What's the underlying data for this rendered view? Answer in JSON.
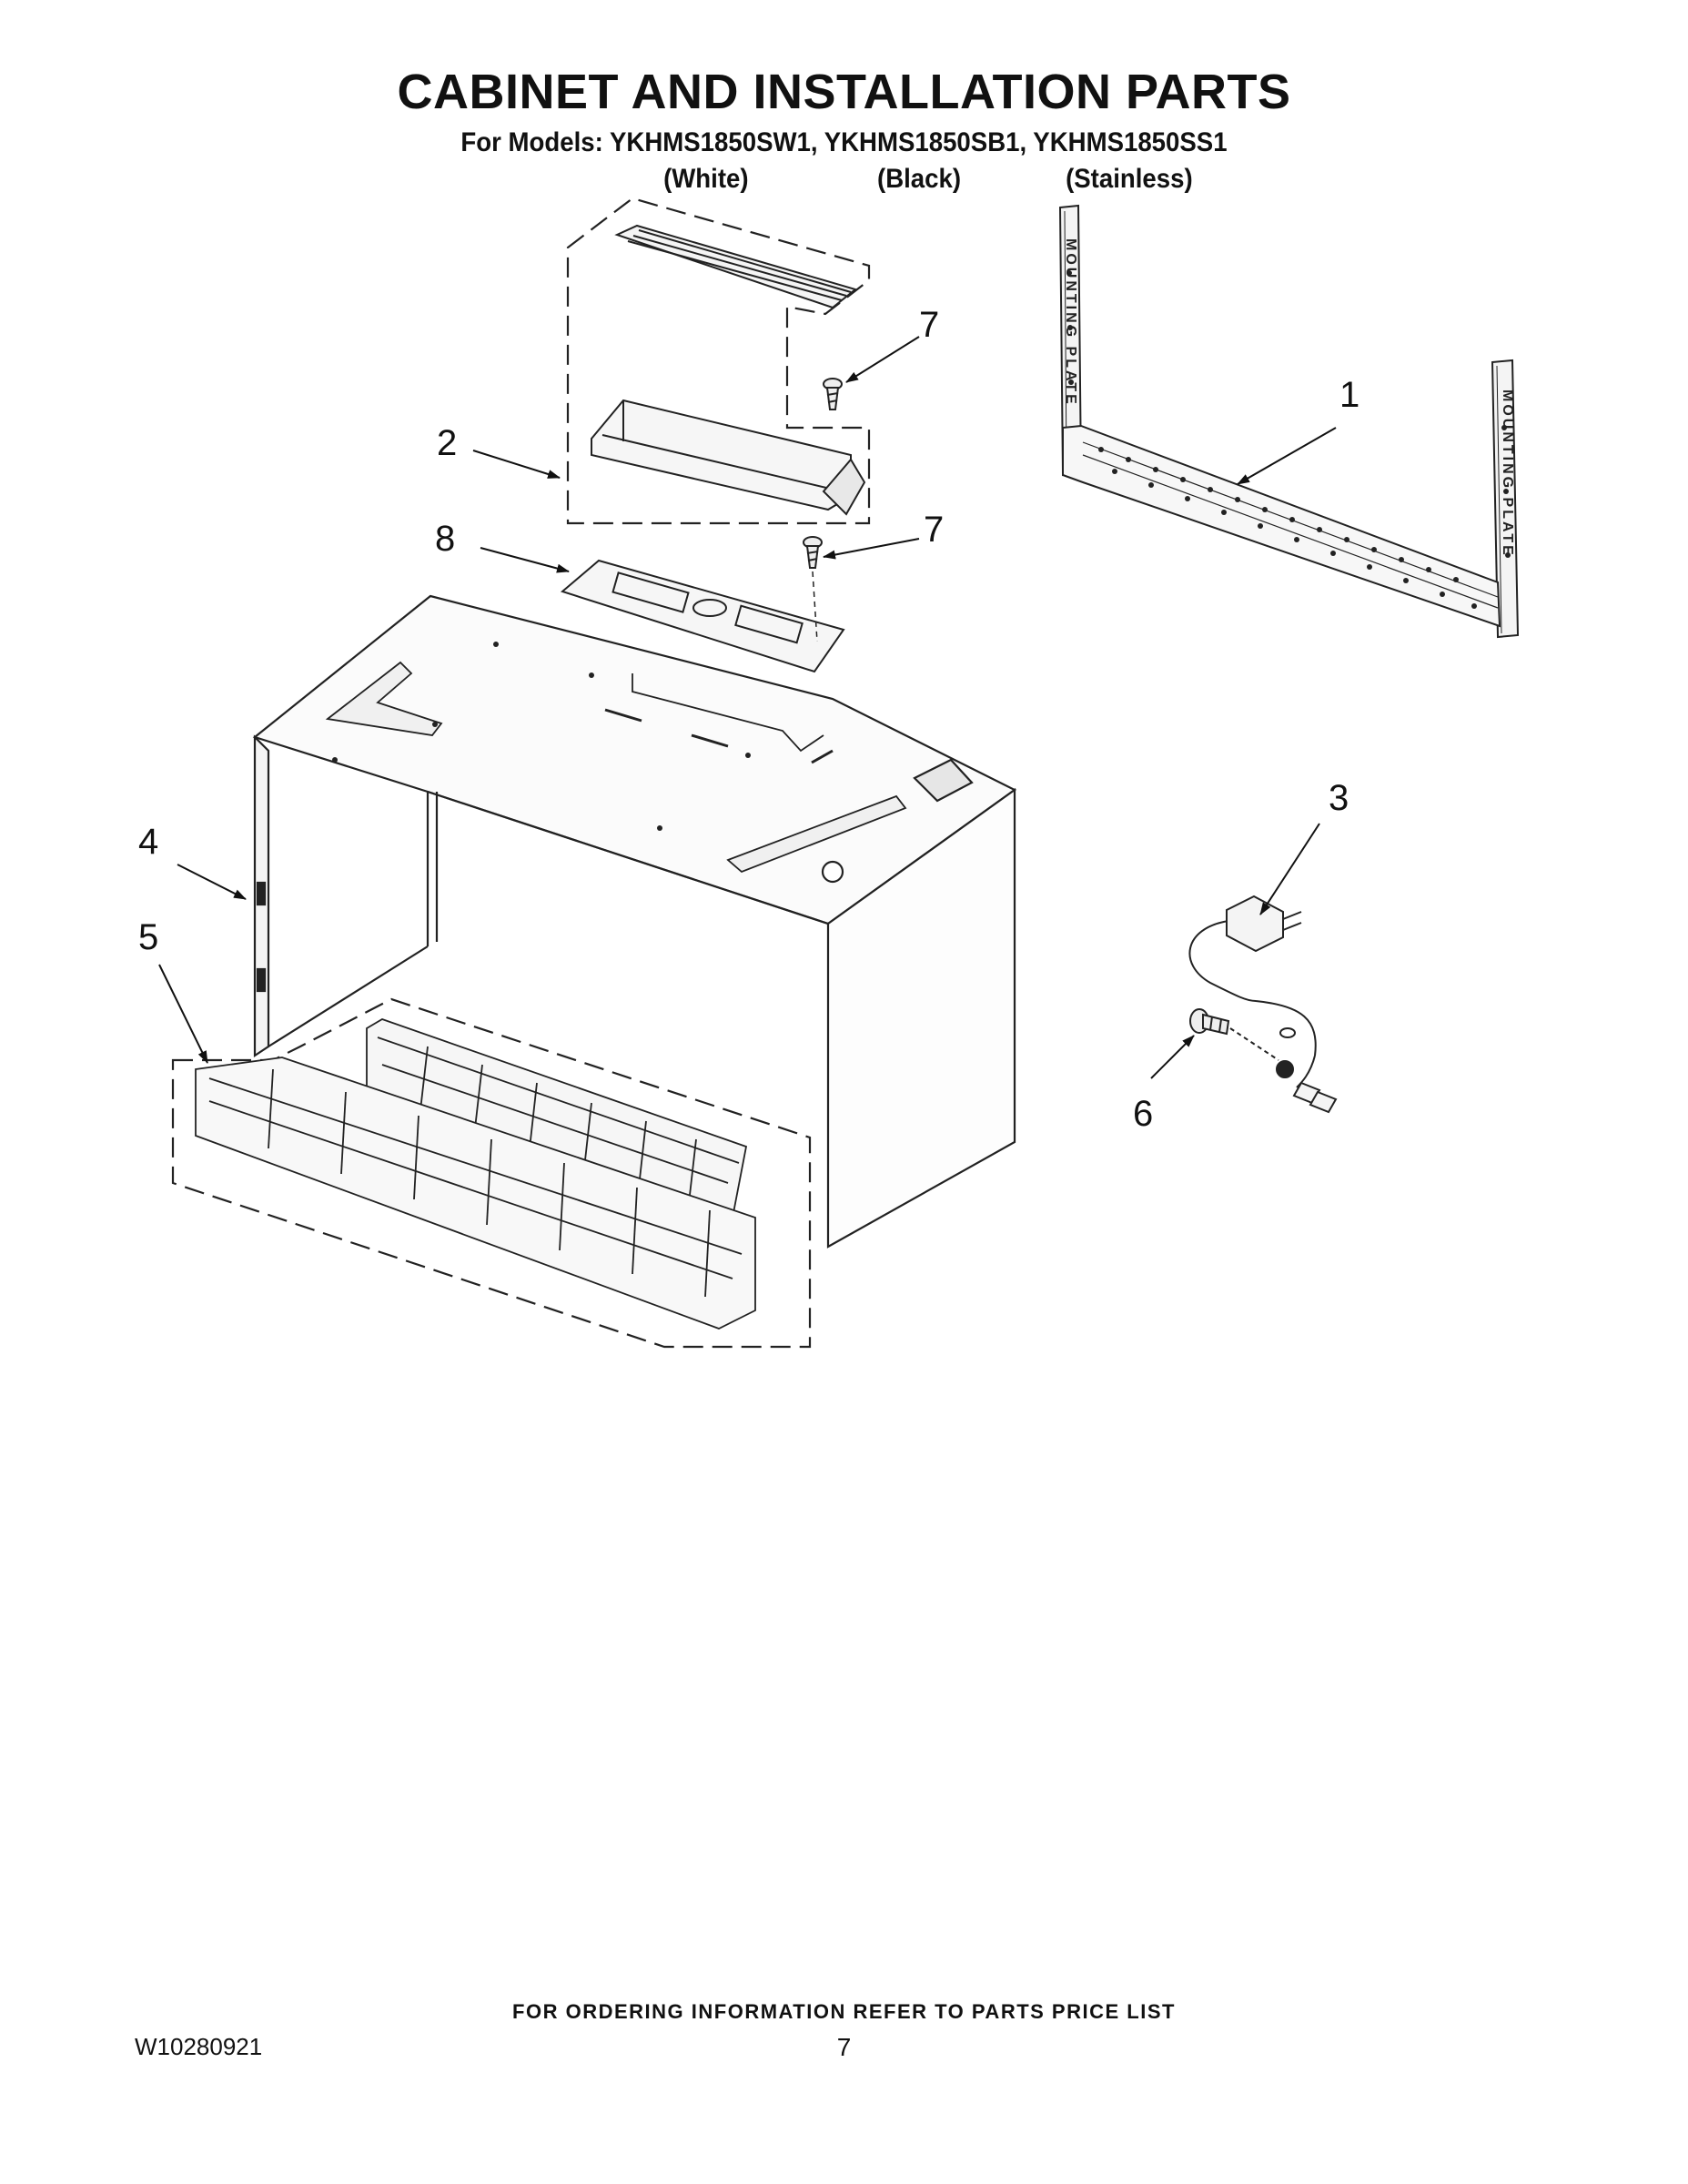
{
  "header": {
    "title": "CABINET AND INSTALLATION PARTS",
    "models_line": "For Models: YKHMS1850SW1, YKHMS1850SB1, YKHMS1850SS1",
    "variants": [
      "(White)",
      "(Black)",
      "(Stainless)"
    ]
  },
  "diagram": {
    "plate_label": "MOUNTING PLATE",
    "callouts": [
      "1",
      "2",
      "3",
      "4",
      "5",
      "6",
      "7",
      "7",
      "8"
    ]
  },
  "footer": {
    "ordering_note": "FOR ORDERING INFORMATION REFER TO PARTS PRICE LIST",
    "document_number": "W10280921",
    "page_number": "7"
  }
}
